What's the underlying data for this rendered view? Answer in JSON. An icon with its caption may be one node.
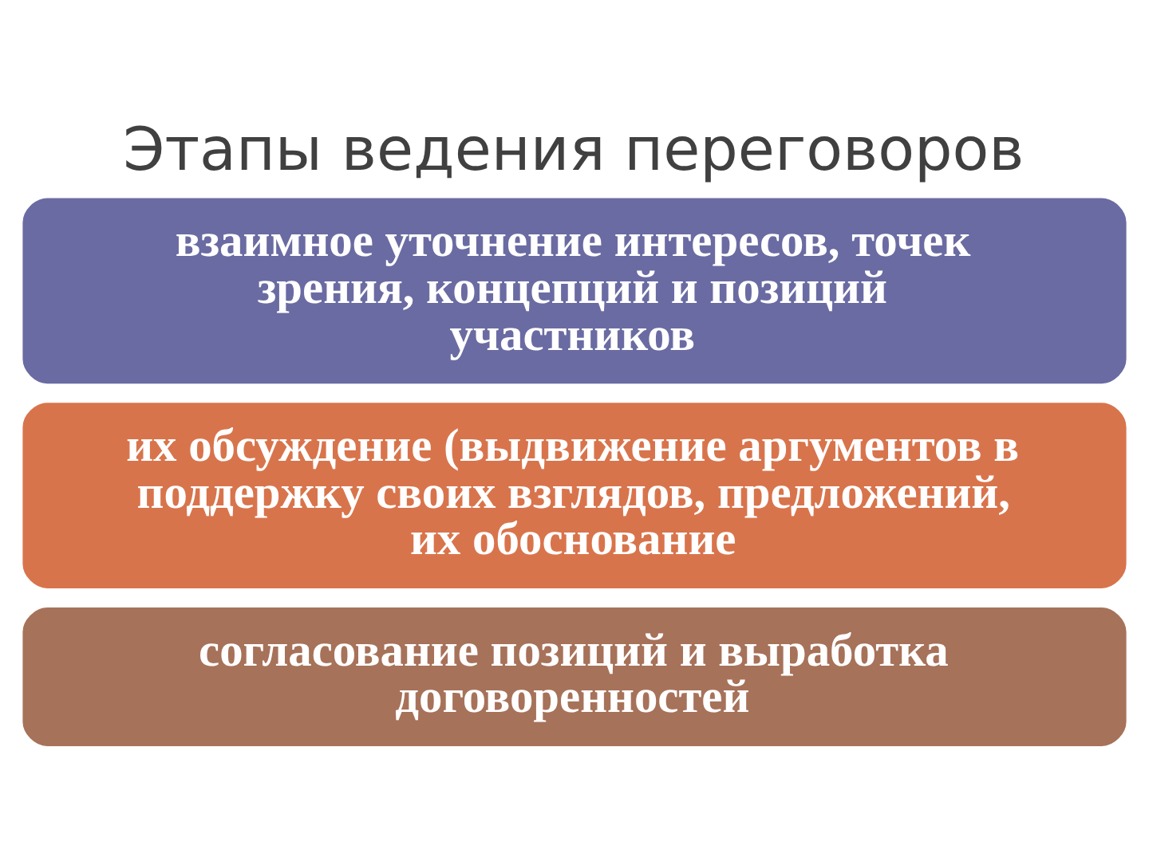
{
  "diagram": {
    "title": "Этапы ведения переговоров",
    "nodes": [
      {
        "text": [
          "взаимное уточнение интересов, точек зрения, концепций и позиций участников"
        ]
      },
      {
        "text": [
          "их обсуждение (выдвижение аргументов в поддержку своих взглядов, предложений, их обоснование"
        ]
      },
      {
        "text": [
          "согласование позиций и выработка договоренностей"
        ]
      }
    ]
  }
}
